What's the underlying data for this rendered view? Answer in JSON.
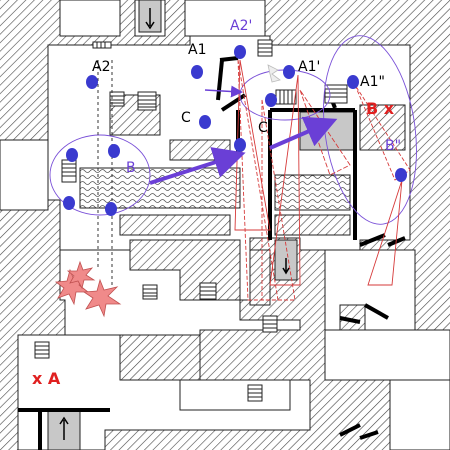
{
  "labels": {
    "a2_prime": "A2'",
    "a1_left": "A1",
    "a1_prime": "A1'",
    "a1_double_prime": "A1\"",
    "a2": "A2",
    "c_left": "C",
    "c_right": "C",
    "b_left": "B",
    "b_x": "B x",
    "b_double_prime": "B\"",
    "x_a": "x A"
  },
  "colors": {
    "hatch": "#444444",
    "wall": "#000000",
    "room": "#ffffff",
    "corridor": "#c8c8c8",
    "team_marker": "#3a3acf",
    "route_arrow": "#6a3fd6",
    "zone_ellipse": "#7b52d8",
    "sightline": "#d63a3a",
    "explosion": "#f08a8a",
    "marker_text": "#e02020"
  },
  "icons": {
    "stairs": "stairs-icon",
    "door": "door-icon",
    "explosion": "explosion-icon",
    "player": "player-marker-icon"
  }
}
